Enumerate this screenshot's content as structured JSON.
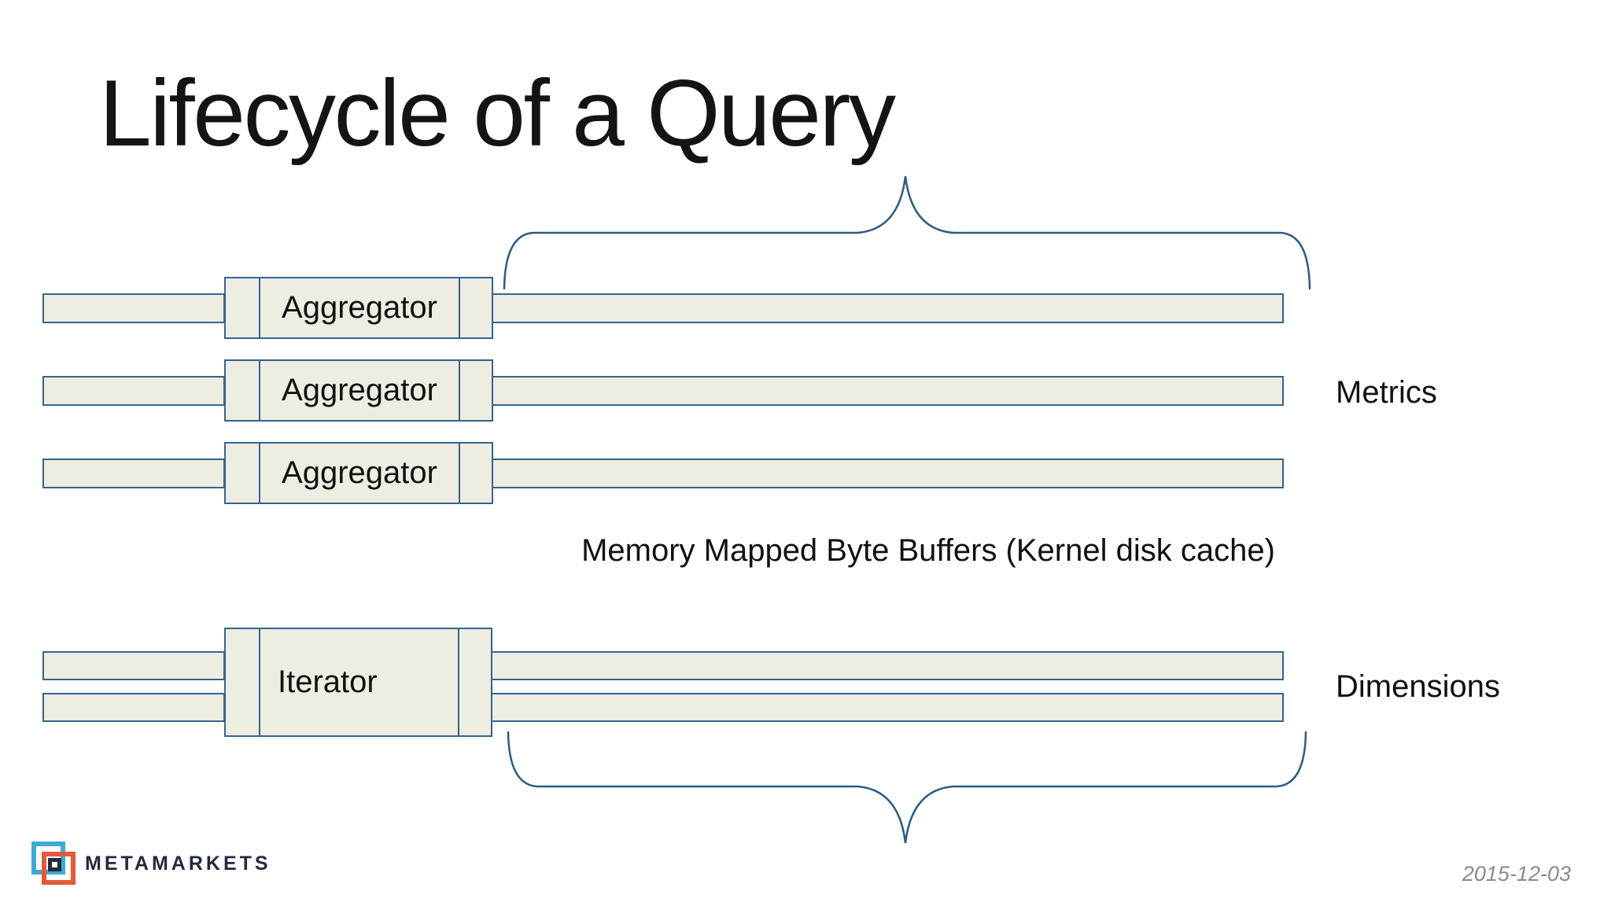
{
  "slide": {
    "title": "Lifecycle of a Query",
    "date": "2015-12-03"
  },
  "diagram": {
    "aggregators": [
      {
        "label": "Aggregator"
      },
      {
        "label": "Aggregator"
      },
      {
        "label": "Aggregator"
      }
    ],
    "iterator": {
      "label": "Iterator"
    },
    "metrics_label": "Metrics",
    "dimensions_label": "Dimensions",
    "buffer_caption": "Memory Mapped Byte Buffers (Kernel disk cache)"
  },
  "footer": {
    "logo_text": "METAMARKETS"
  },
  "icons": {
    "top_brace": "curly-brace-pointing-up",
    "bottom_brace": "curly-brace-pointing-down",
    "logo_squares": "overlapping-blue-and-orange-square-outlines"
  },
  "colors": {
    "background": "#ffffff",
    "box_fill": "#efece2",
    "box_border": "#35648f",
    "brace": "#2e5a84",
    "text": "#111111",
    "logo_blue": "#3fa9d4",
    "logo_orange": "#e2593b",
    "logo_navy": "#232a3c",
    "date_gray": "#8b8b8b"
  }
}
